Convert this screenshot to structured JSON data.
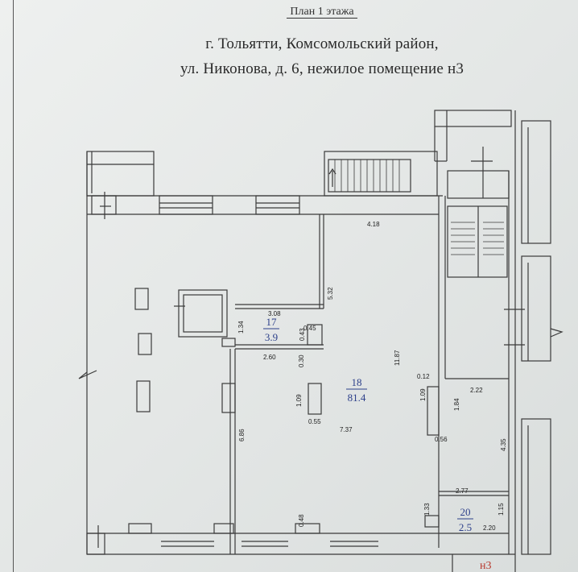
{
  "header": {
    "title": "План 1 этажа",
    "address_line1": "г. Тольятти, Комсомольский район,",
    "address_line2": "ул. Никонова, д. 6, нежилое помещение н3"
  },
  "rooms": [
    {
      "number": "17",
      "area": "3.9"
    },
    {
      "number": "18",
      "area": "81.4"
    },
    {
      "number": "20",
      "area": "2.5"
    }
  ],
  "dimensions": {
    "d418": "4.18",
    "d532": "5.32",
    "d308": "3.08",
    "d134": "1.34",
    "d043": "0.43",
    "d045": "0.45",
    "d260": "2.60",
    "d030": "0.30",
    "d1187": "11.87",
    "d012": "0.12",
    "d109a": "1.09",
    "d055": "0.55",
    "d737": "7.37",
    "d109b": "1.09",
    "d184": "1.84",
    "d222": "2.22",
    "d056": "0.56",
    "d435": "4.35",
    "d686": "6.86",
    "d277": "2.77",
    "d133": "1.33",
    "d115": "1.15",
    "d220": "2.20",
    "d048": "0.48"
  },
  "unit_label": "н3",
  "colors": {
    "line": "#3a3a3a",
    "room_label": "#2c3f8a",
    "unit_label": "#b8392e"
  }
}
